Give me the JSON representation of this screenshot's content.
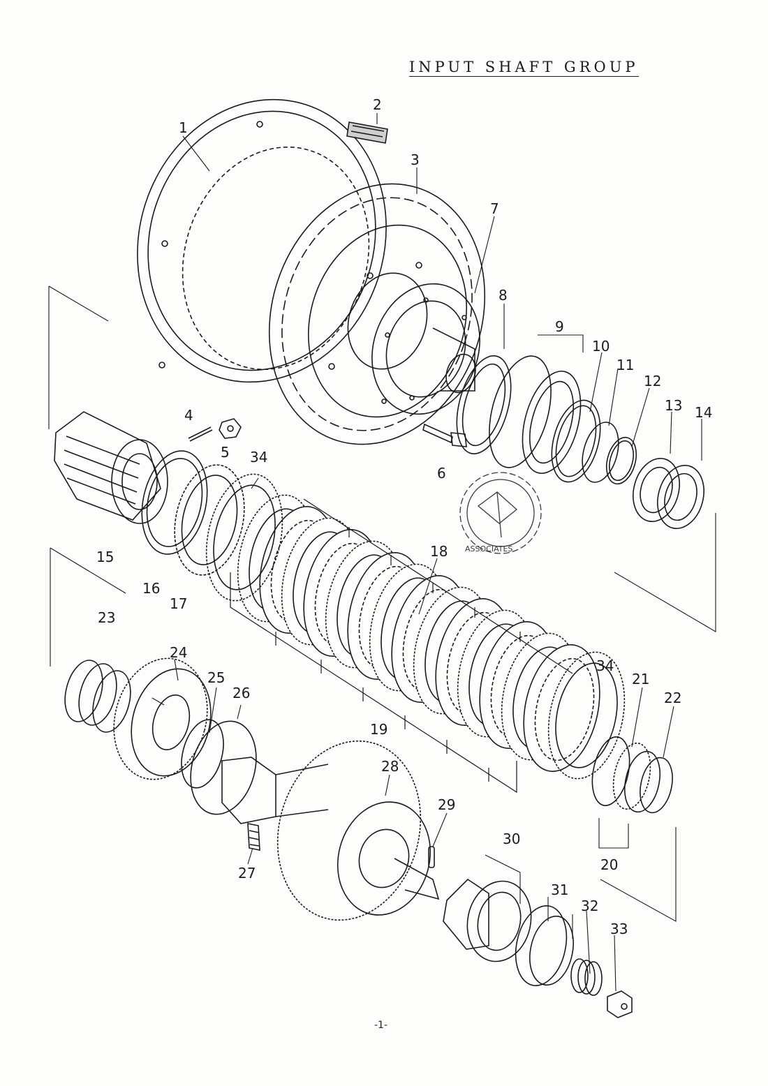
{
  "title": "INPUT SHAFT GROUP",
  "page_number": "-1-",
  "parts": [
    {
      "ref": "1"
    },
    {
      "ref": "2"
    },
    {
      "ref": "3"
    },
    {
      "ref": "4"
    },
    {
      "ref": "5"
    },
    {
      "ref": "6"
    },
    {
      "ref": "7"
    },
    {
      "ref": "8"
    },
    {
      "ref": "9"
    },
    {
      "ref": "10"
    },
    {
      "ref": "11"
    },
    {
      "ref": "12"
    },
    {
      "ref": "13"
    },
    {
      "ref": "14"
    },
    {
      "ref": "15"
    },
    {
      "ref": "16"
    },
    {
      "ref": "17"
    },
    {
      "ref": "18"
    },
    {
      "ref": "19"
    },
    {
      "ref": "20"
    },
    {
      "ref": "21"
    },
    {
      "ref": "22"
    },
    {
      "ref": "23"
    },
    {
      "ref": "24"
    },
    {
      "ref": "25"
    },
    {
      "ref": "26"
    },
    {
      "ref": "27"
    },
    {
      "ref": "28"
    },
    {
      "ref": "29"
    },
    {
      "ref": "30"
    },
    {
      "ref": "31"
    },
    {
      "ref": "32"
    },
    {
      "ref": "33"
    },
    {
      "ref": "34"
    },
    {
      "ref": "34"
    }
  ],
  "stamp_text": "ASSOCIATES",
  "line_color": "#1b1b1b"
}
